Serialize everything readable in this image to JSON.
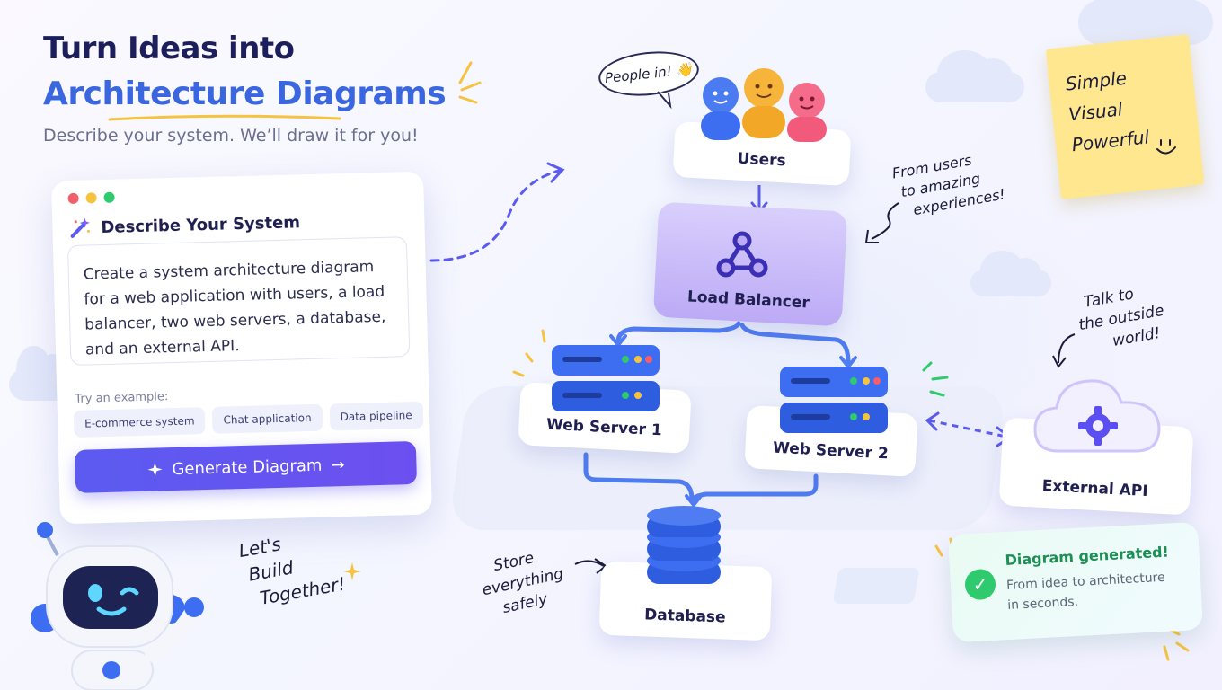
{
  "headline": {
    "line1": "Turn Ideas into",
    "line2": "Architecture Diagrams",
    "subtitle": "Describe your system. We’ll draw it for you!"
  },
  "describe_card": {
    "title": "Describe Your System",
    "prompt_lines": [
      "Create a system architecture diagram",
      "for a web application with users, a load",
      "balancer, two web servers, a database,",
      "and an external API."
    ],
    "try_label": "Try an example:",
    "examples": [
      "E-commerce system",
      "Chat application",
      "Data pipeline"
    ],
    "generate_label": "Generate Diagram",
    "generate_arrow": "→"
  },
  "diagram": {
    "nodes": {
      "users": "Users",
      "load_balancer": "Load Balancer",
      "web_server_1": "Web Server 1",
      "web_server_2": "Web Server 2",
      "database": "Database",
      "external_api": "External API"
    }
  },
  "annotations": {
    "bubble": "People in! 👋",
    "from_users": [
      "From users",
      "to amazing",
      "experiences!"
    ],
    "talk_outside": [
      "Talk to",
      "the outside",
      "world!"
    ],
    "store": [
      "Store",
      "everything",
      "safely"
    ],
    "lets_build": [
      "Let's",
      "Build",
      "Together!"
    ]
  },
  "sticky_note": [
    "Simple",
    "Visual",
    "Powerful"
  ],
  "toast": {
    "title": "Diagram generated!",
    "subtitle_lines": [
      "From idea to architecture",
      "in seconds."
    ]
  },
  "colors": {
    "primary": "#5b5bf0",
    "title_blue": "#3a66e0",
    "server_blue": "#3d6df0",
    "success": "#2fc96e",
    "sticky": "#ffe790"
  },
  "icons": [
    "magic-wand-icon",
    "sparkle-icon",
    "share-nodes-icon",
    "server-icon",
    "database-icon",
    "cloud-gear-icon",
    "check-icon",
    "robot-mascot"
  ]
}
